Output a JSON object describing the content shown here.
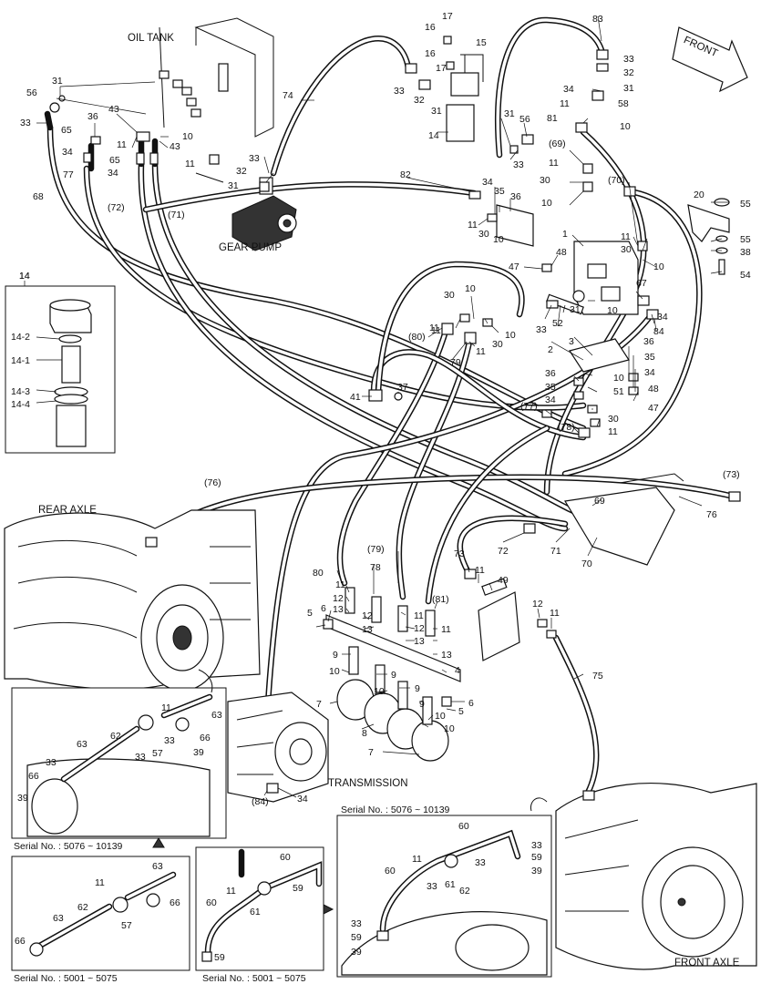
{
  "labels": {
    "oil_tank": "OIL TANK",
    "gear_pump": "GEAR PUMP",
    "rear_axle": "REAR AXLE",
    "transmission": "TRANSMISSION",
    "front_axle": "FRONT AXLE",
    "front": "FRONT"
  },
  "serials": {
    "a": "Serial No. : 5076 ~ 10139",
    "b": "Serial No. : 5001 ~ 5075",
    "c": "Serial No. : 5001 ~ 5075",
    "d": "Serial No. : 5076 ~ 10139"
  },
  "filter_parts": {
    "header": "14",
    "p1": "14-2",
    "p2": "14-1",
    "p3": "14-3",
    "p4": "14-4"
  },
  "callouts": {
    "c17a": "17",
    "c16a": "16",
    "c15": "15",
    "c16b": "16",
    "c17b": "17",
    "c83": "83",
    "c33a": "33",
    "c32a": "32",
    "c31a": "31",
    "c56a": "56",
    "c31b": "31",
    "c33b": "33",
    "c65a": "65",
    "c36a": "36",
    "c43a": "43",
    "c10a": "10",
    "c11a": "11",
    "c43b": "43",
    "c34a": "34",
    "c65b": "65",
    "c34b": "34",
    "c11b": "11",
    "c74": "74",
    "c33c": "33",
    "c32b": "32",
    "c31c": "31",
    "c14a": "14",
    "c31d": "31",
    "c56b": "56",
    "c33d": "33",
    "c33e": "33",
    "c32c": "32",
    "c31e": "31",
    "c34c": "34",
    "c58": "58",
    "c11c": "11",
    "c81": "81",
    "c10b": "10",
    "c69a": "(69)",
    "c11d": "11",
    "c30a": "30",
    "c10c": "10",
    "c70a": "(70)",
    "c20": "20",
    "c55a": "55",
    "c55b": "55",
    "c38": "38",
    "c54": "54",
    "c68": "68",
    "c77a": "77",
    "c72a": "(72)",
    "c71a": "(71)",
    "c82": "82",
    "c34d": "34",
    "c35a": "35",
    "c36b": "36",
    "c11e": "11",
    "c30b": "30",
    "c10d": "10",
    "c1": "1",
    "c11f": "11",
    "c30c": "30",
    "c10e": "10",
    "c48a": "48",
    "c47a": "47",
    "c14b": "14",
    "c11g": "11",
    "c30d": "30",
    "c10f": "10",
    "c67": "67",
    "c34e": "34",
    "c33f": "33",
    "c31f": "31",
    "c10g": "10",
    "c52": "52",
    "c2": "2",
    "c3": "3",
    "c84a": "84",
    "c80a": "(80)",
    "c11h": "11",
    "c30e": "30",
    "c10h": "10",
    "c79a": "79",
    "c11i": "11",
    "c36c": "36",
    "c35b": "35",
    "c34f": "34",
    "c36d": "36",
    "c35c": "35",
    "c34g": "34",
    "c10i": "10",
    "c51": "51",
    "c48b": "48",
    "c47b": "47",
    "c30f": "30",
    "c11j": "11",
    "c41": "41",
    "c37": "37",
    "c77b": "(77)",
    "c78a": "(78)",
    "c76a": "(76)",
    "c73a": "(73)",
    "c69b": "69",
    "c76b": "76",
    "c72b": "72",
    "c71b": "71",
    "c70b": "70",
    "c80b": "80",
    "c78b": "78",
    "c79b": "(79)",
    "c73b": "73",
    "c11k": "11",
    "c49": "49",
    "c81b": "(81)",
    "c12a": "12",
    "c11l": "11",
    "c11m": "11",
    "c12b": "12",
    "c13a": "13",
    "c5a": "5",
    "c6a": "6",
    "c12c": "12",
    "c13b": "13",
    "c11n": "11",
    "c12d": "12",
    "c13c": "13",
    "c11o": "11",
    "c13d": "13",
    "c9a": "9",
    "c10j": "10",
    "c4": "4",
    "c9b": "9",
    "c9c": "9",
    "c10k": "10",
    "c7a": "7",
    "c9d": "9",
    "c6b": "6",
    "c5b": "5",
    "c10l": "10",
    "c8": "8",
    "c10m": "10",
    "c7b": "7",
    "c75": "75",
    "c84b": "(84)",
    "c34h": "34",
    "c11p": "11",
    "c63a": "63",
    "c62a": "62",
    "c33g": "33",
    "c66a": "66",
    "c57a": "57",
    "c33h": "33",
    "c39a": "39",
    "c63b": "63",
    "c33i": "33",
    "c66b": "66",
    "c39b": "39",
    "c63c": "63",
    "c11q": "11",
    "c66c": "66",
    "c62b": "62",
    "c63d": "63",
    "c57b": "57",
    "c66d": "66",
    "c60a": "60",
    "c11r": "11",
    "c59a": "59",
    "c60b": "60",
    "c61a": "61",
    "c59b": "59",
    "c60c": "60",
    "c33j": "33",
    "c11s": "11",
    "c33k": "33",
    "c59c": "59",
    "c39c": "39",
    "c60d": "60",
    "c33l": "33",
    "c61b": "61",
    "c62c": "62",
    "c33m": "33",
    "c59d": "59",
    "c39d": "39",
    "c31g": "31",
    "c56c": "56",
    "c33n": "33"
  }
}
